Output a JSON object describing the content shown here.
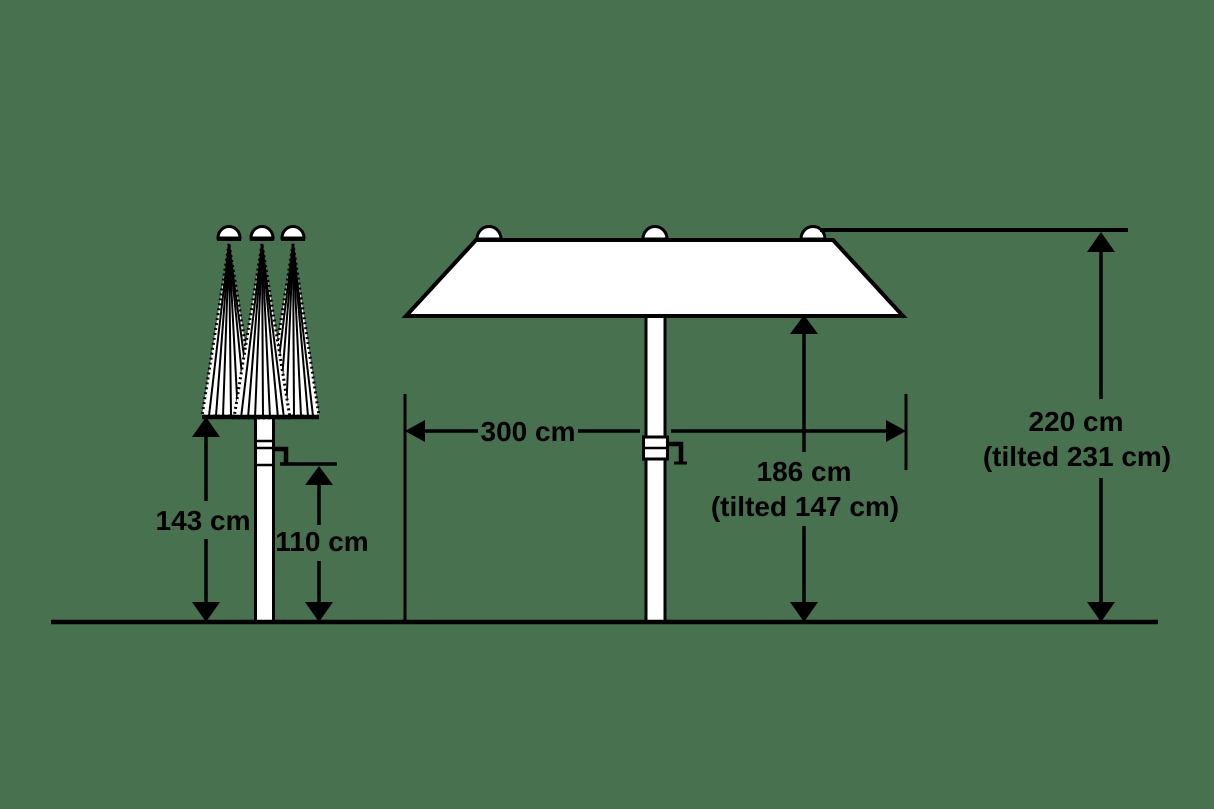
{
  "diagram": {
    "description": "Parasol dimension drawing: closed parasol (left) and open half-parasol (right) with measurement arrows on a green background",
    "colors": {
      "background": "#48714F",
      "line": "#000000",
      "canopy_fill": "#FFFFFF"
    },
    "labels": {
      "closed_height": "143 cm",
      "crank_height": "110 cm",
      "canopy_width": "300 cm",
      "clearance_height": "186 cm",
      "clearance_height_tilted": "(tilted 147 cm)",
      "total_height": "220 cm",
      "total_height_tilted": "(tilted 231 cm)"
    }
  }
}
